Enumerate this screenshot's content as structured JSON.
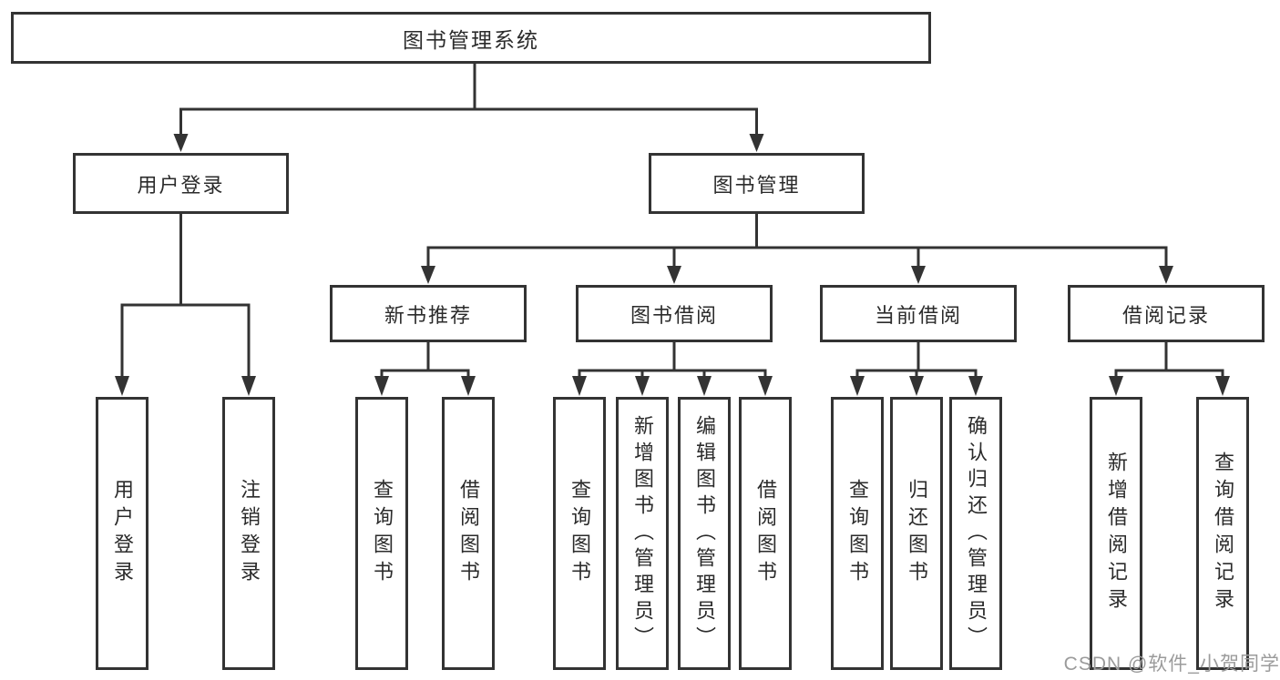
{
  "diagram": {
    "root": "图书管理系统",
    "level2": [
      "用户登录",
      "图书管理"
    ],
    "level3": [
      "新书推荐",
      "图书借阅",
      "当前借阅",
      "借阅记录"
    ],
    "leaves": {
      "user_login": [
        "用户登录",
        "注销登录"
      ],
      "new_book_recommend": [
        "查询图书",
        "借阅图书"
      ],
      "book_borrow": [
        "查询图书",
        "新增图书（管理员）",
        "编辑图书（管理员）",
        "借阅图书"
      ],
      "current_borrow": [
        "查询图书",
        "归还图书",
        "确认归还（管理员）"
      ],
      "borrow_records": [
        "新增借阅记录",
        "查询借阅记录"
      ]
    },
    "colors": {
      "line": "#333333",
      "box_border": "#333333",
      "box_fill": "#ffffff",
      "text": "#2b2b2b",
      "watermark": "#9b9b9b",
      "background": "#ffffff"
    }
  },
  "watermark": "CSDN @软件_小贺同学"
}
